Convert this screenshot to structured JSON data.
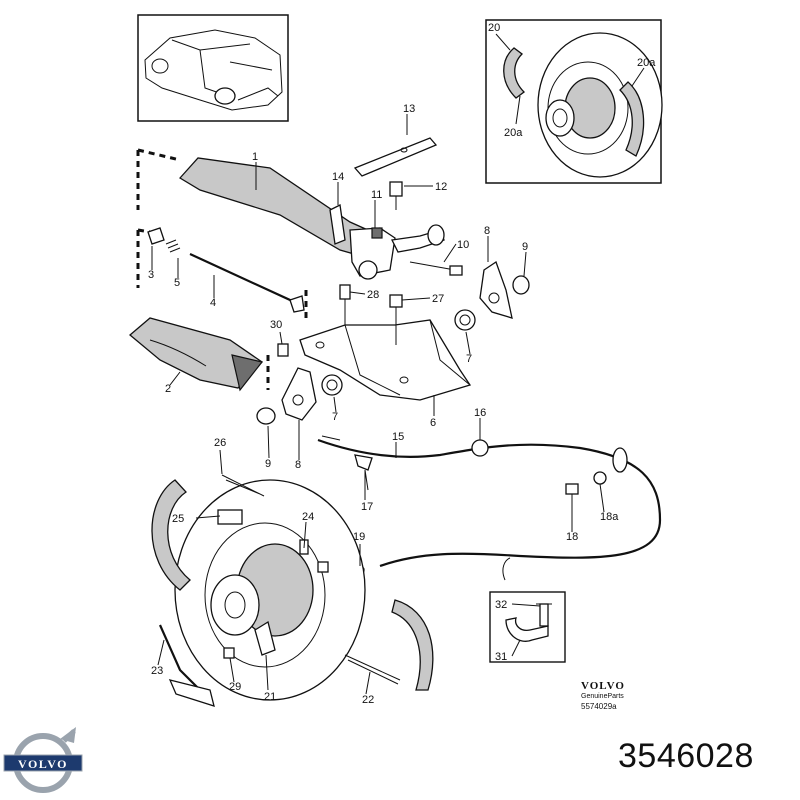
{
  "labels": {
    "p1": "1",
    "p2": "2",
    "p3": "3",
    "p4": "4",
    "p5": "5",
    "p6": "6",
    "p7a": "7",
    "p7b": "7",
    "p8a": "8",
    "p8b": "8",
    "p9a": "9",
    "p9b": "9",
    "p10": "10",
    "p11": "11",
    "p12": "12",
    "p13": "13",
    "p14": "14",
    "p15": "15",
    "p16": "16",
    "p17": "17",
    "p18": "18",
    "p18a": "18a",
    "p19": "19",
    "p20": "20",
    "p20a_top": "20a",
    "p20a_bottom": "20a",
    "p21": "21",
    "p22": "22",
    "p23": "23",
    "p24": "24",
    "p25": "25",
    "p26": "26",
    "p27": "27",
    "p28": "28",
    "p29": "29",
    "p30": "30",
    "p31": "31",
    "p32": "32"
  },
  "brand_block": {
    "brand": "VOLVO",
    "subtitle": "GenuineParts",
    "drawing_number": "5574029a"
  },
  "logo_text": "VOLVO",
  "part_number": "3546028",
  "colors": {
    "line": "#111111",
    "shade": "#c8c8c8",
    "dark": "#6e6e6e",
    "logo_blue": "#1d3a6e",
    "logo_steel": "#9aa3ad"
  }
}
